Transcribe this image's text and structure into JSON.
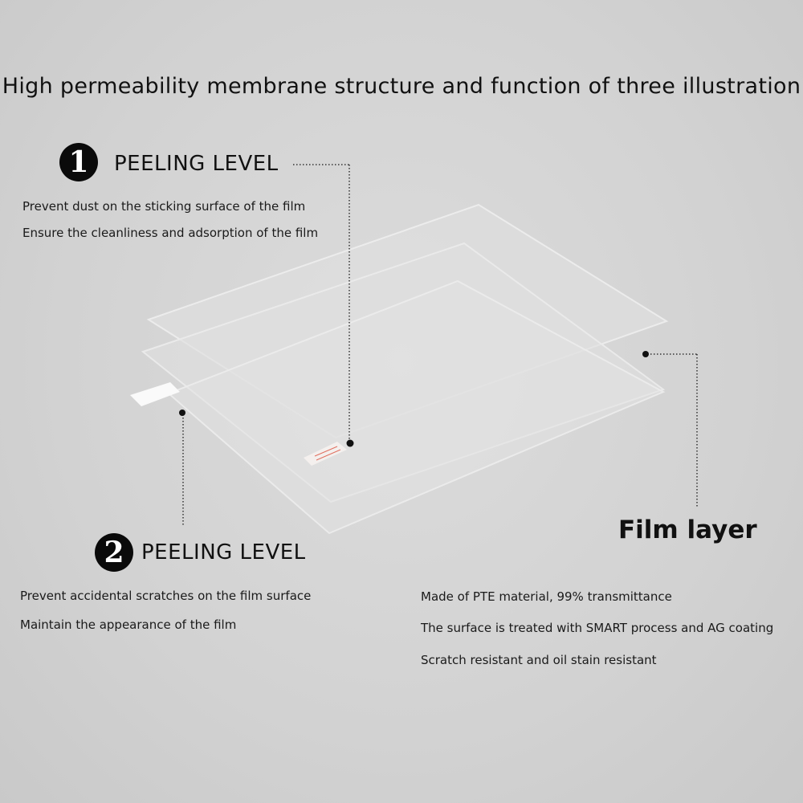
{
  "title": "High permeability membrane structure and function of three illustration",
  "layer1": {
    "number": "1",
    "heading": "PEELING LEVEL",
    "lines": [
      "Prevent dust on the sticking surface of the film",
      "Ensure the cleanliness and adsorption of the film"
    ]
  },
  "layer2": {
    "number": "2",
    "heading": "PEELING LEVEL",
    "lines": [
      "Prevent accidental scratches on the film surface",
      "Maintain the appearance of the film"
    ]
  },
  "film": {
    "heading": "Film layer",
    "lines": [
      "Made of PTE material, 99% transmittance",
      "The surface is treated with SMART process and AG coating",
      "Scratch resistant and oil stain resistant"
    ]
  },
  "colors": {
    "background": "#d2d2d2",
    "badge": "#0a0a0a",
    "sticker": "#e07060"
  }
}
